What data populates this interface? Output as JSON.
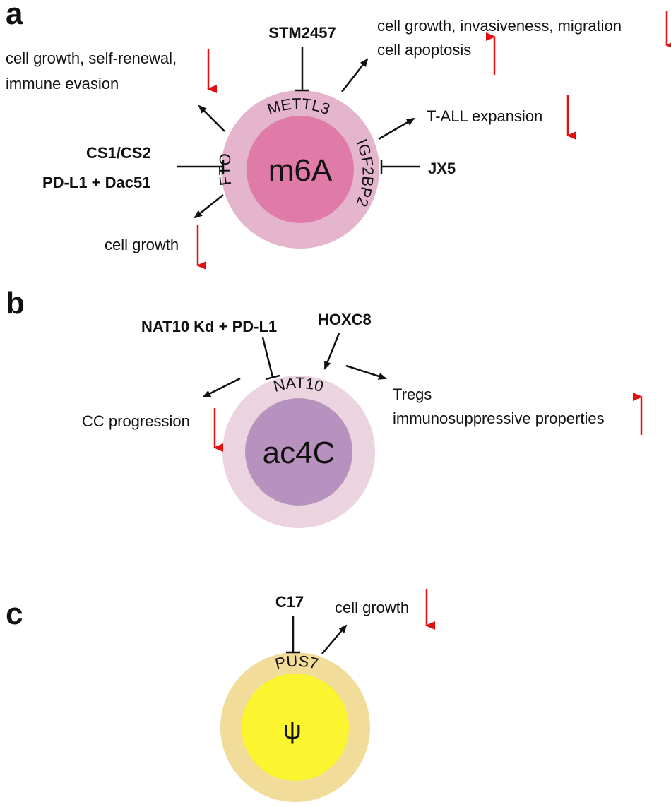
{
  "panel_a": {
    "label": "a",
    "core": "m6A",
    "enzymes": {
      "top": "METTL3",
      "left": "FTO",
      "right": "IGF2BP2"
    },
    "inhibitors": {
      "top": "STM2457",
      "left_1": "CS1/CS2",
      "left_2": "PD-L1 + Dac51",
      "right": "JX5"
    },
    "effects": {
      "top_right_line1": "cell growth, invasiveness, migration",
      "top_right_line2": "cell apoptosis",
      "upper_left_line1": "cell growth, self-renewal,",
      "upper_left_line2": "immune evasion",
      "right": "T-ALL expansion",
      "lower_left": "cell growth"
    }
  },
  "panel_b": {
    "label": "b",
    "core": "ac4C",
    "enzyme": "NAT10",
    "inhibitor": "NAT10 Kd + PD-L1",
    "activator": "HOXC8",
    "effects": {
      "left": "CC progression",
      "right_line1": "Tregs",
      "right_line2": "immunosuppressive properties"
    }
  },
  "panel_c": {
    "label": "c",
    "core": "ψ",
    "enzyme": "PUS7",
    "inhibitor": "C17",
    "effect": "cell growth"
  },
  "colors": {
    "m6a_outer": "#e5b4cd",
    "m6a_inner": "#e07aa6",
    "ac4c_outer": "#ecd3e0",
    "ac4c_inner": "#b792bf",
    "psi_outer": "#f2dc9a",
    "psi_inner": "#fbf52f",
    "arrow_red": "#e01010",
    "line_black": "#111111"
  },
  "icons": [
    "up-arrow-red",
    "down-arrow-red",
    "activation-arrow",
    "inhibition-bar"
  ]
}
